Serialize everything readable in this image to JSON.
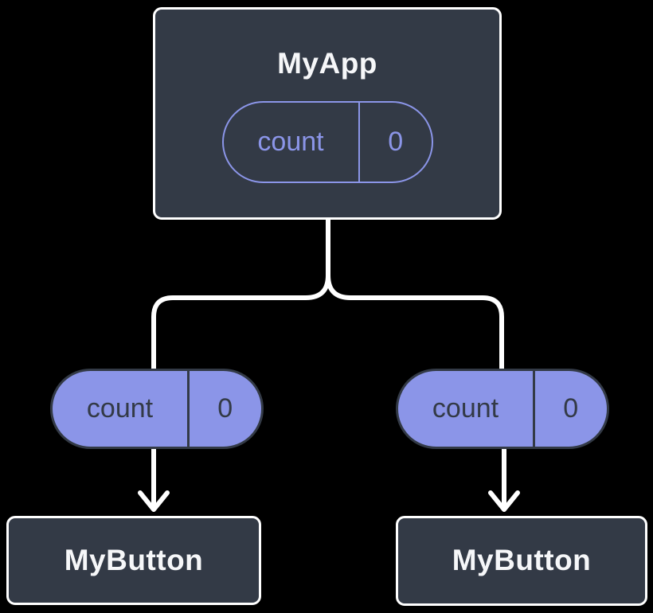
{
  "colors": {
    "background": "#000000",
    "line": "#ffffff",
    "node-fill": "#333A46",
    "node-border": "#ffffff",
    "accent": "#8B95E8",
    "accent-text-dark": "#333A46",
    "text-light": "#F6F7F9"
  },
  "diagram": {
    "root": {
      "title": "MyApp",
      "state_name": "count",
      "state_value": "0"
    },
    "left_child": {
      "title": "MyButton",
      "prop_name": "count",
      "prop_value": "0"
    },
    "right_child": {
      "title": "MyButton",
      "prop_name": "count",
      "prop_value": "0"
    }
  }
}
